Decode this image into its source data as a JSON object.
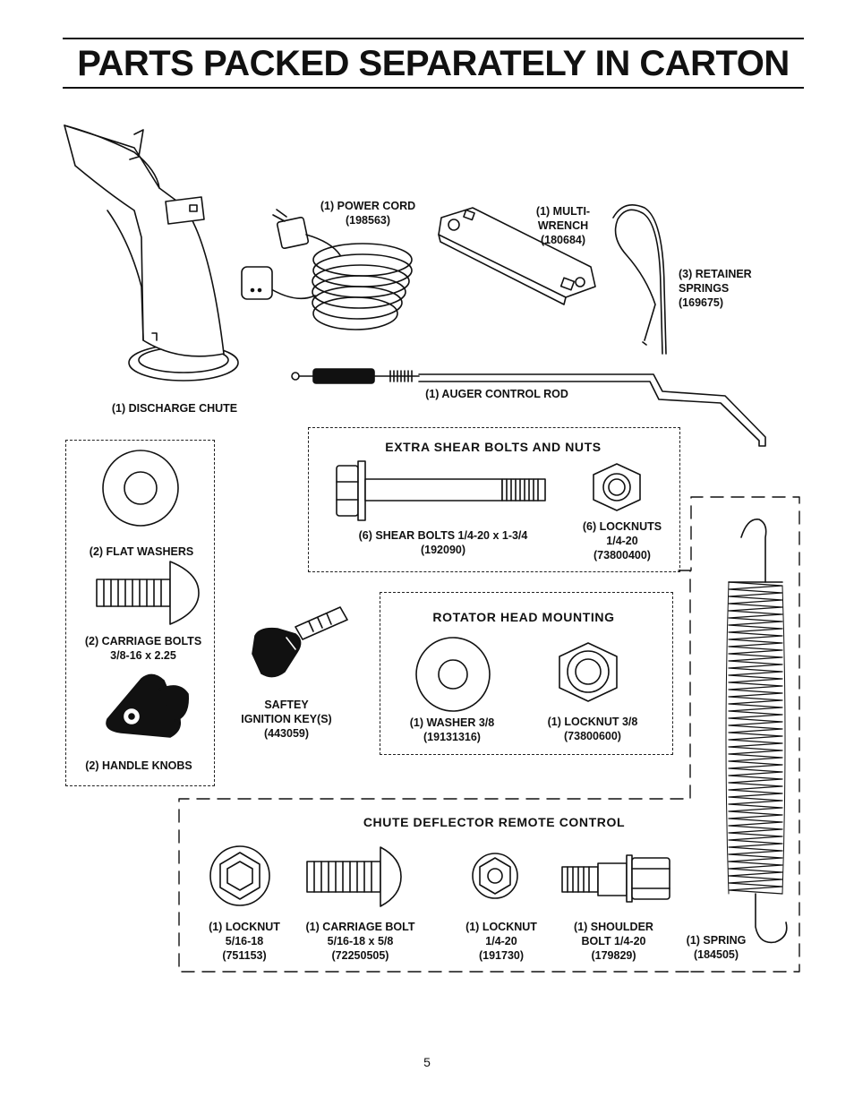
{
  "page": {
    "title": "PARTS PACKED SEPARATELY IN CARTON",
    "page_number": "5"
  },
  "parts": {
    "power_cord": {
      "line1": "(1) POWER CORD",
      "line2": "(198563)"
    },
    "multi_wrench": {
      "line1": "(1) MULTI-",
      "line2": "WRENCH",
      "line3": "(180684)"
    },
    "retainer_springs": {
      "line1": "(3) RETAINER",
      "line2": "SPRINGS",
      "line3": "(169675)"
    },
    "auger_control_rod": {
      "line1": "(1) AUGER CONTROL ROD"
    },
    "discharge_chute": {
      "line1": "(1) DISCHARGE CHUTE"
    },
    "flat_washers": {
      "line1": "(2) FLAT WASHERS"
    },
    "carriage_bolts": {
      "line1": "(2) CARRIAGE BOLTS",
      "line2": "3/8-16 x 2.25"
    },
    "handle_knobs": {
      "line1": "(2) HANDLE KNOBS"
    },
    "ignition_key": {
      "line1": "SAFTEY",
      "line2": "IGNITION KEY(S)",
      "line3": "(443059)"
    },
    "spring": {
      "line1": "(1) SPRING",
      "line2": "(184505)"
    }
  },
  "shear_group": {
    "header": "EXTRA SHEAR BOLTS AND NUTS",
    "shear_bolts": {
      "line1": "(6) SHEAR BOLTS 1/4-20 x 1-3/4",
      "line2": "(192090)"
    },
    "locknuts": {
      "line1": "(6) LOCKNUTS",
      "line2": "1/4-20",
      "line3": "(73800400)"
    }
  },
  "rotator_group": {
    "header": "ROTATOR HEAD MOUNTING",
    "washer": {
      "line1": "(1) WASHER 3/8",
      "line2": "(19131316)"
    },
    "locknut": {
      "line1": "(1) LOCKNUT 3/8",
      "line2": "(73800600)"
    }
  },
  "chute_group": {
    "header": "CHUTE DEFLECTOR REMOTE CONTROL",
    "locknut_5_16": {
      "line1": "(1) LOCKNUT",
      "line2": "5/16-18",
      "line3": "(751153)"
    },
    "carriage_bolt": {
      "line1": "(1) CARRIAGE BOLT",
      "line2": "5/16-18 x 5/8",
      "line3": "(72250505)"
    },
    "locknut_1_4": {
      "line1": "(1) LOCKNUT",
      "line2": "1/4-20",
      "line3": "(191730)"
    },
    "shoulder_bolt": {
      "line1": "(1) SHOULDER",
      "line2": "BOLT 1/4-20",
      "line3": "(179829)"
    }
  }
}
